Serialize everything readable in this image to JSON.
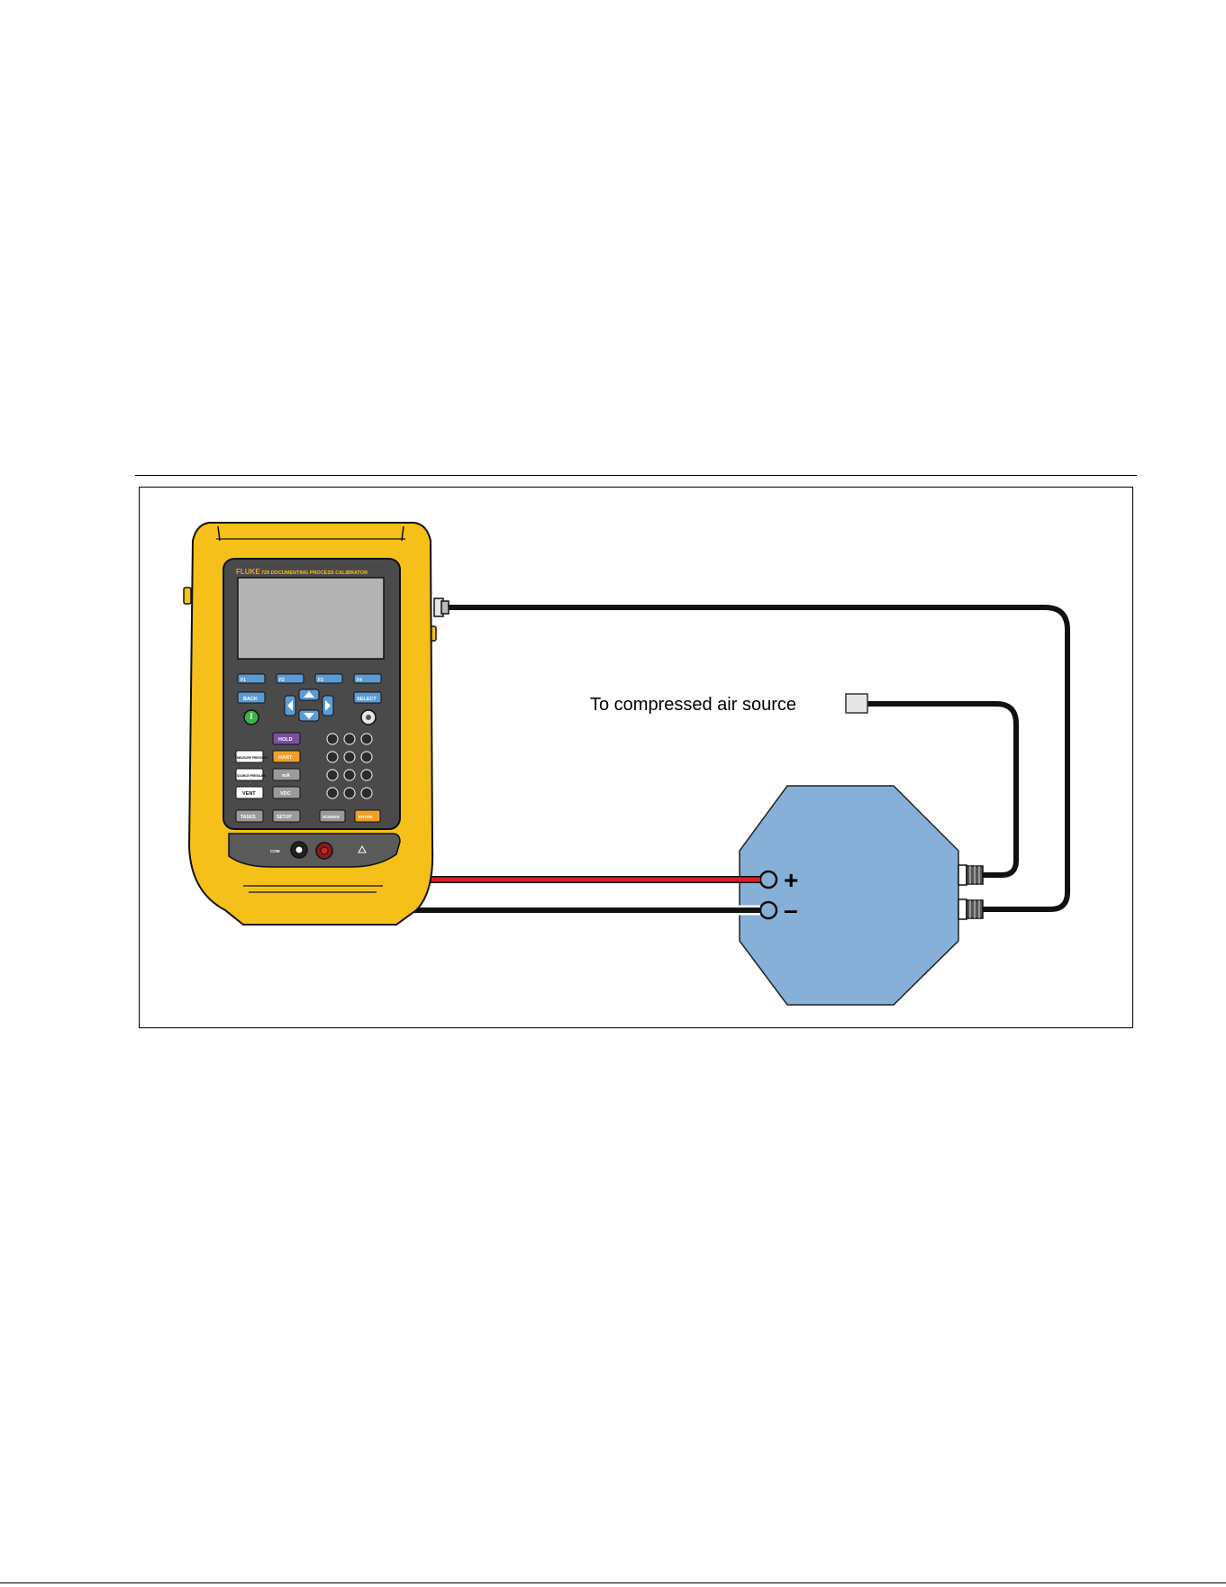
{
  "calibrator": {
    "brand": "FLUKE",
    "model_line": "729 DOCUMENTING PROCESS CALIBRATOR",
    "function_keys": [
      "F1",
      "F2",
      "F3",
      "F4"
    ],
    "back_key": "BACK",
    "select_key": "SELECT",
    "hold_key": "HOLD",
    "hart_key": "HART",
    "ma_key": "mA",
    "vdc_key": "VDC",
    "measure_key": "MEASURE PRESSURE",
    "source_key": "SOURCE PRESSURE",
    "vent_key": "VENT",
    "tasks_key": "TASKS",
    "setup_key": "SETUP",
    "screen_key": "SCREEN",
    "enter_key": "ENTER",
    "com_label": "COM",
    "colors": {
      "case": "#f5c01a",
      "panel": "#4a4a4a",
      "display": "#b3b3b3",
      "blue_key": "#5b9bd5",
      "purple_key": "#7b4fa0",
      "orange_key": "#f0a028"
    }
  },
  "callout": {
    "air_source": "To compressed air source"
  },
  "transmitter": {
    "plus": "+",
    "minus": "–",
    "color": "#86b0d8"
  },
  "wires": {
    "red": "#d61f26",
    "black": "#111111"
  }
}
